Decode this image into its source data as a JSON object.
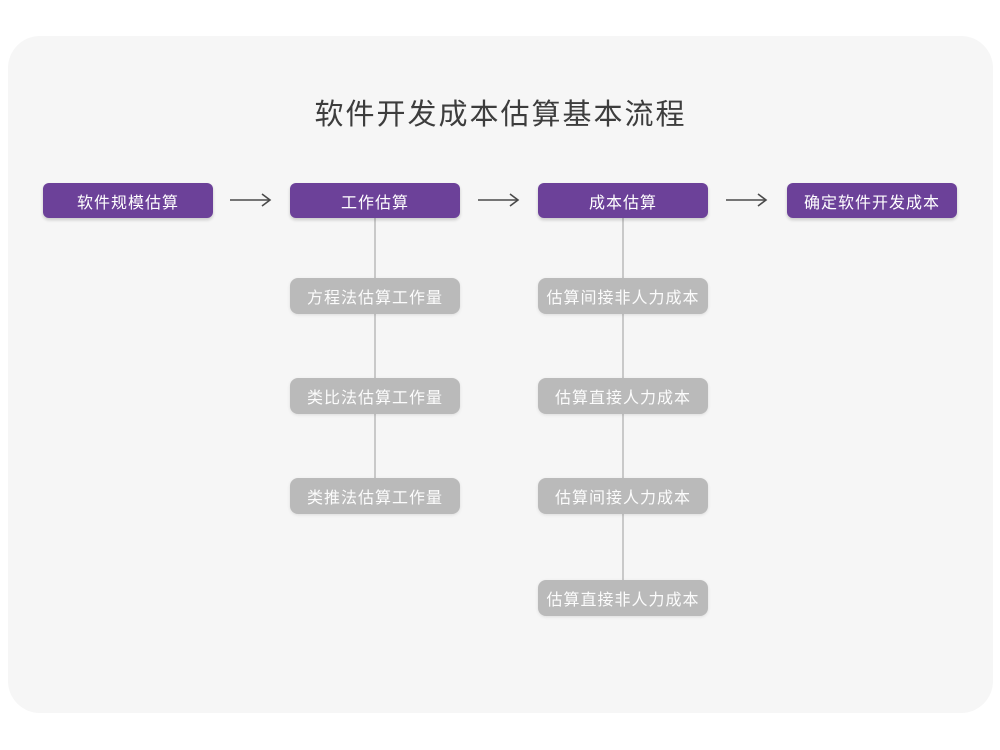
{
  "title": "软件开发成本估算基本流程",
  "colors": {
    "page_bg": "#FFFFFF",
    "canvas_bg": "#F6F6F6",
    "main_box": "#6C4199",
    "sub_box": "#BABABA",
    "box_text": "#FFFFFF",
    "title_text": "#3D3D3D",
    "arrow": "#4A4A4A",
    "connector": "#C9C9C9"
  },
  "flow": {
    "main_steps": [
      {
        "label": "软件规模估算"
      },
      {
        "label": "工作估算"
      },
      {
        "label": "成本估算"
      },
      {
        "label": "确定软件开发成本"
      }
    ],
    "work_substeps": [
      {
        "label": "方程法估算工作量"
      },
      {
        "label": "类比法估算工作量"
      },
      {
        "label": "类推法估算工作量"
      }
    ],
    "cost_substeps": [
      {
        "label": "估算间接非人力成本"
      },
      {
        "label": "估算直接人力成本"
      },
      {
        "label": "估算间接人力成本"
      },
      {
        "label": "估算直接非人力成本"
      }
    ]
  }
}
